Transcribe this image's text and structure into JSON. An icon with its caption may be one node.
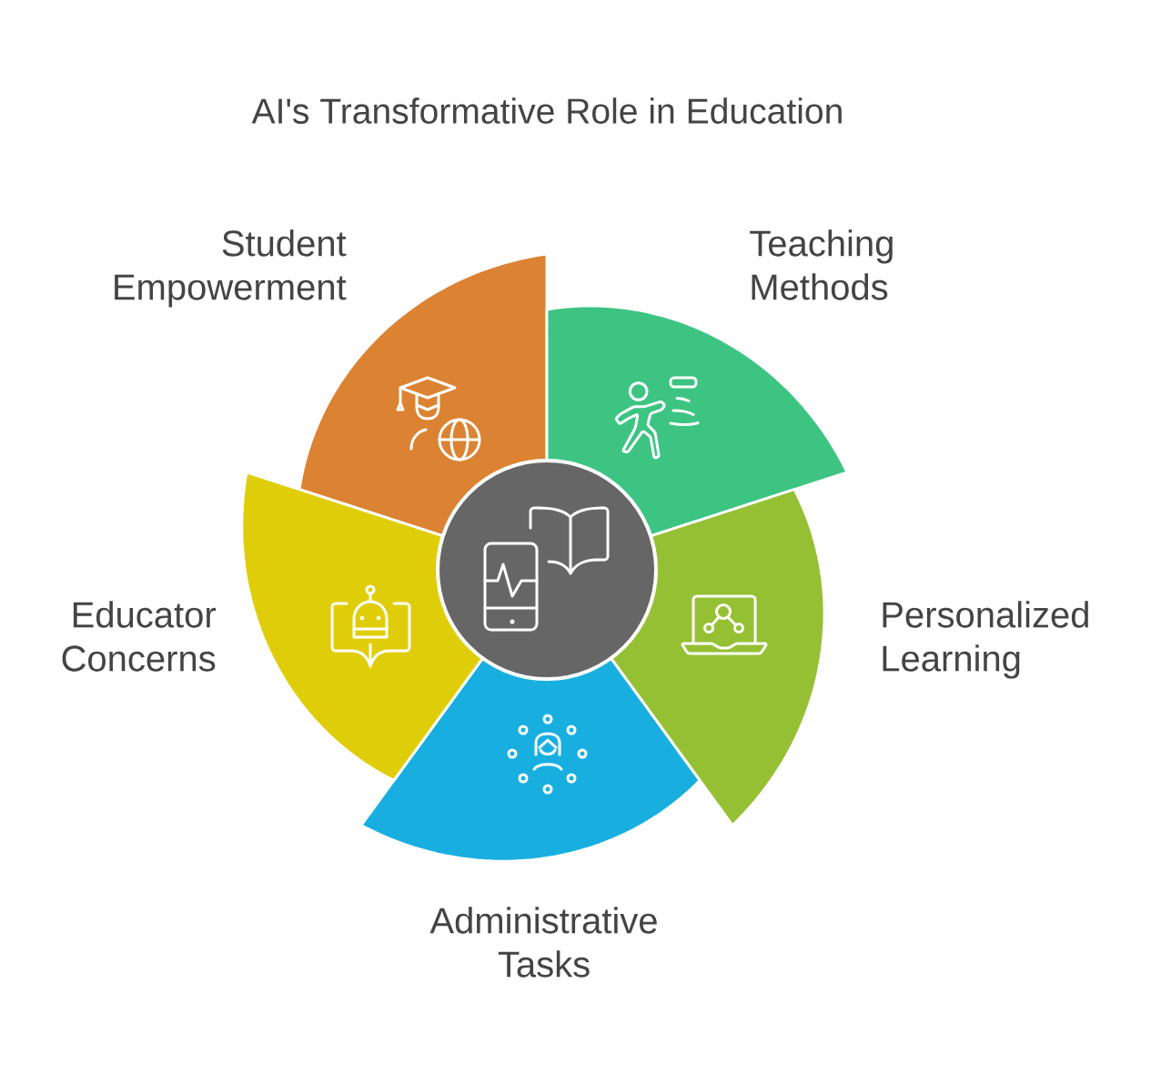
{
  "diagram": {
    "title": "AI's Transformative Role in Education",
    "nodes": [
      {
        "text": [
          "Student Empowerment"
        ]
      },
      {
        "text": [
          "Teaching Methods"
        ]
      },
      {
        "text": [
          "Personalized Learning"
        ]
      },
      {
        "text": [
          "Administrative Tasks"
        ]
      },
      {
        "text": [
          "Educator Concerns"
        ]
      },
      {
        "text": [],
        "shape": "circle"
      }
    ]
  }
}
